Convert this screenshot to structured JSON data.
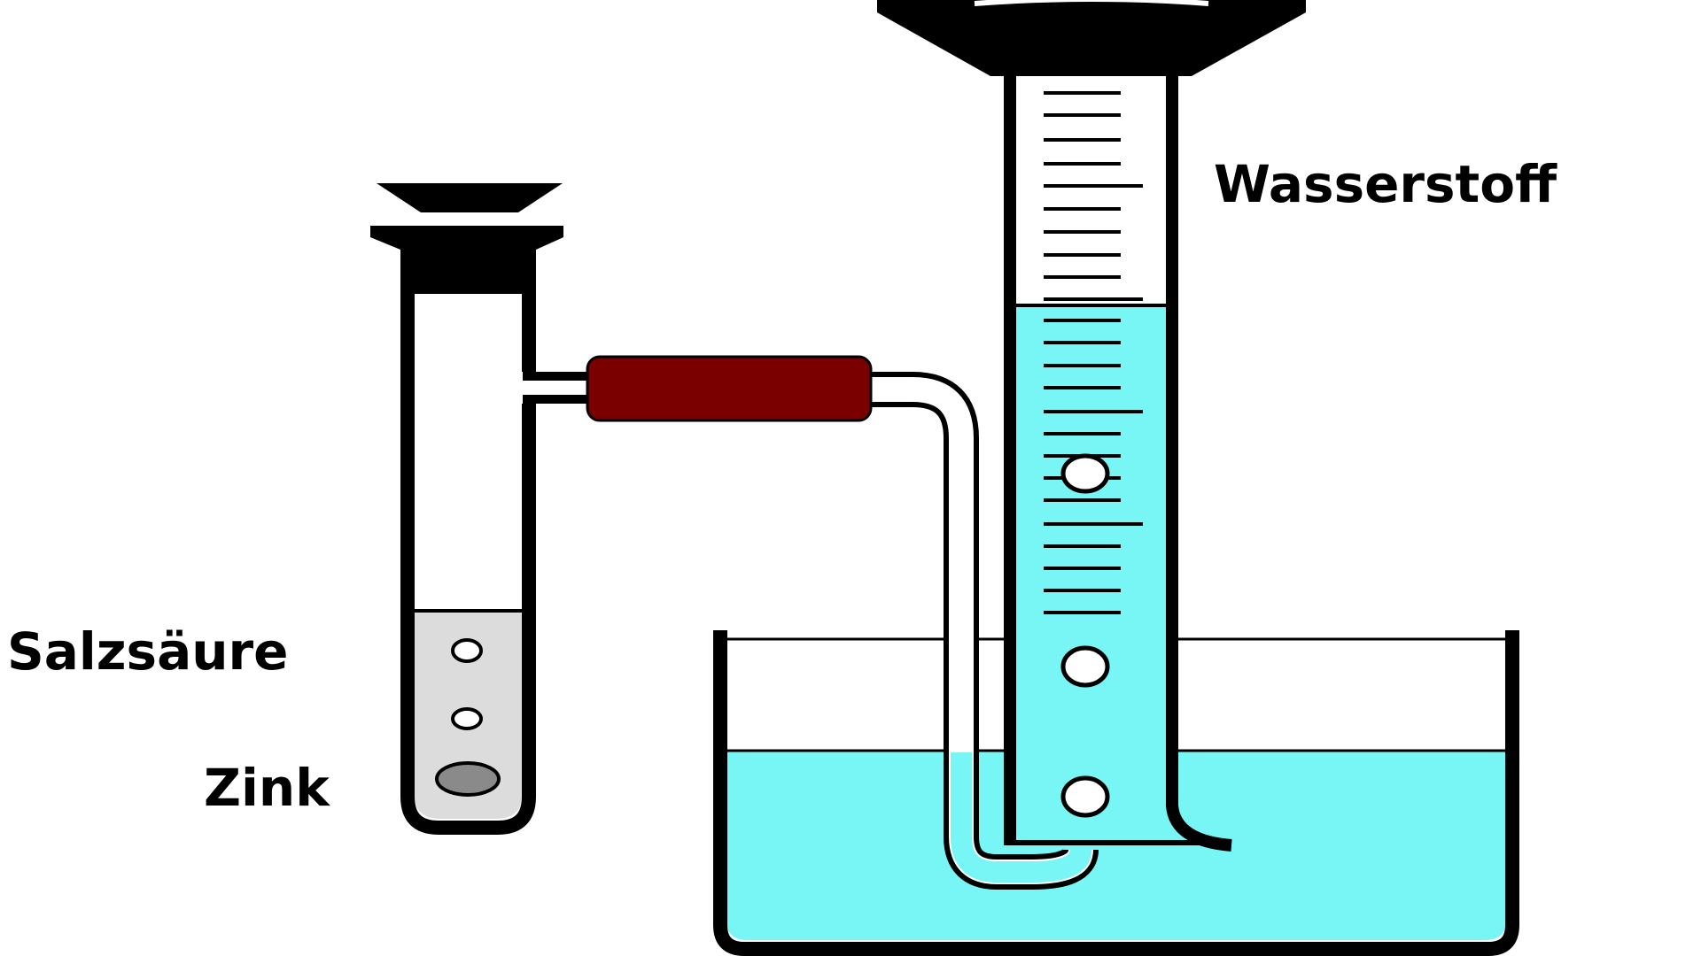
{
  "labels": {
    "gas": "Wasserstoff",
    "acid": "Salzsäure",
    "metal": "Zink"
  },
  "colors": {
    "water": "#78f5f5",
    "acid": "#dcdcdc",
    "zinc": "#8a8a8a",
    "rubber_hose": "#7a0000",
    "outline": "#000000",
    "background": "#ffffff"
  }
}
